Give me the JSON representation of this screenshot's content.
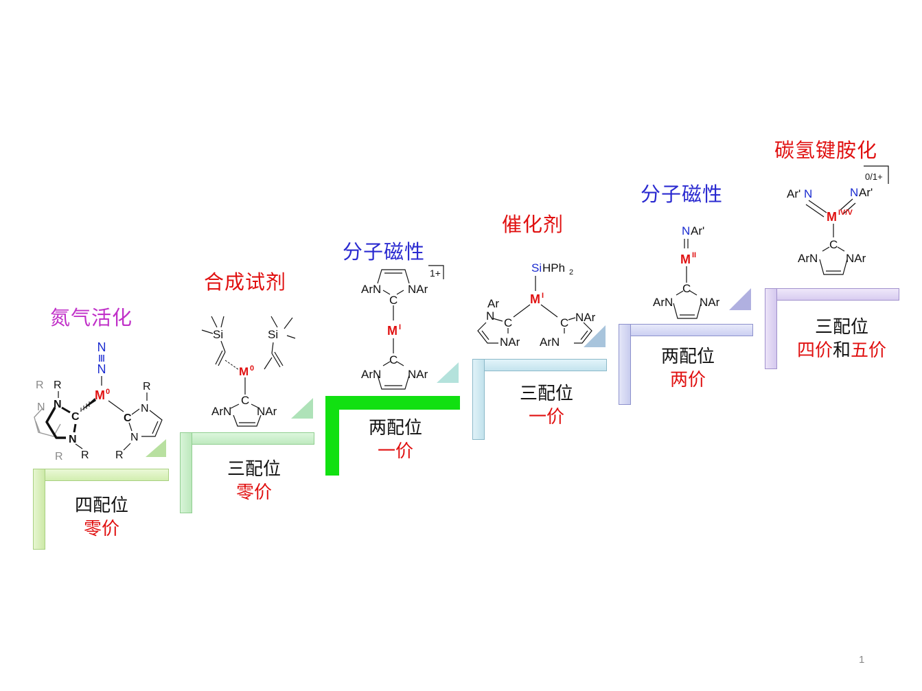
{
  "slide": {
    "page_number": "1",
    "steps": [
      {
        "title": "氮气活化",
        "title_color": "#c030c8",
        "coordination": "四配位",
        "valence": "零价",
        "metal": "M",
        "metal_ox": "0",
        "ligands": [
          "N≡N",
          "NHC (R)",
          "NHC (R)",
          "NHC (R)"
        ],
        "step_color": "#d9f2b8",
        "step_border": "#a8cf80"
      },
      {
        "title": "合成试剂",
        "title_color": "#e01010",
        "coordination": "三配位",
        "valence": "零价",
        "metal": "M",
        "metal_ox": "0",
        "ligands": [
          "vinyl-SiMe3",
          "vinyl-SiMe3",
          "NHC (ArN/NAr)"
        ],
        "step_color": "#c8f0c8",
        "step_border": "#8fce8f"
      },
      {
        "title": "分子磁性",
        "title_color": "#2a2ad0",
        "coordination": "两配位",
        "valence": "一价",
        "metal": "M",
        "metal_ox": "I",
        "charge": "1+",
        "ligands": [
          "NHC (ArN/NAr)",
          "NHC (ArN/NAr)"
        ],
        "step_color": "#11e011",
        "step_border": "#11e011"
      },
      {
        "title": "催化剂",
        "title_color": "#e01010",
        "coordination": "三配位",
        "valence": "一价",
        "metal": "M",
        "metal_ox": "I",
        "ligands": [
          "SiHPh2",
          "NHC (Ar)",
          "NHC (Ar)"
        ],
        "silyl": "SiHPh",
        "silyl_sub": "2",
        "step_color": "#d4eef6",
        "step_border": "#8ab8c8"
      },
      {
        "title": "分子磁性",
        "title_color": "#2a2ad0",
        "coordination": "两配位",
        "valence": "两价",
        "metal": "M",
        "metal_ox": "II",
        "ligands": [
          "NAr'",
          "NHC (ArN/NAr)"
        ],
        "step_color": "#dde0f8",
        "step_border": "#8c90cc"
      },
      {
        "title": "碳氢键胺化",
        "title_color": "#e01010",
        "coordination": "三配位",
        "valence_parts": [
          {
            "text": "四价",
            "red": true
          },
          {
            "text": "和",
            "red": false
          },
          {
            "text": "五价",
            "red": true
          }
        ],
        "metal": "M",
        "metal_ox": "IV/V",
        "charge": "0/1+",
        "ligands": [
          "Ar'N",
          "NAr'",
          "NHC (ArN/NAr)"
        ],
        "step_color": "#e6ddf6",
        "step_border": "#a090cc"
      }
    ],
    "atoms": {
      "N": "N",
      "C": "C",
      "R": "R",
      "Si": "Si",
      "ArN": "ArN",
      "NAr": "NAr",
      "Ar": "Ar",
      "NAr_prime": "NAr'",
      "Ar_prime_N": "Ar'N"
    }
  }
}
